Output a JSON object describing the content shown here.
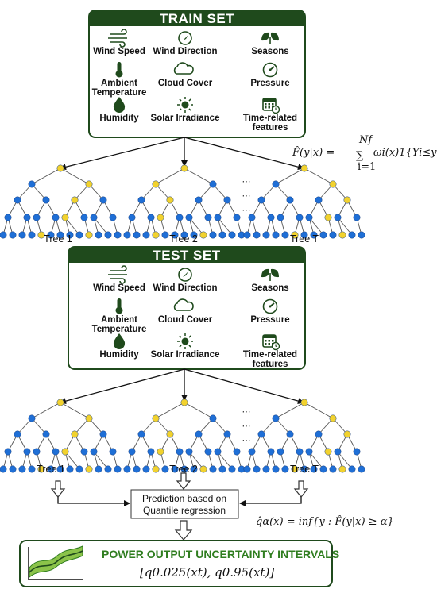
{
  "train": {
    "title": "TRAIN SET",
    "features": [
      {
        "icon": "wind-icon",
        "label1": "Wind Speed",
        "label2": ""
      },
      {
        "icon": "compass-icon",
        "label1": "Wind Direction",
        "label2": ""
      },
      {
        "icon": "leaf-icon",
        "label1": "Seasons",
        "label2": ""
      },
      {
        "icon": "thermometer-icon",
        "label1": "Ambient",
        "label2": "Temperature"
      },
      {
        "icon": "cloud-icon",
        "label1": "Cloud Cover",
        "label2": ""
      },
      {
        "icon": "gauge-icon",
        "label1": "Pressure",
        "label2": ""
      },
      {
        "icon": "droplet-icon",
        "label1": "Humidity",
        "label2": ""
      },
      {
        "icon": "sun-icon",
        "label1": "Solar Irradiance",
        "label2": ""
      },
      {
        "icon": "calendar-icon",
        "label1": "Time-related",
        "label2": "features"
      }
    ]
  },
  "test": {
    "title": "TEST SET",
    "features": [
      {
        "icon": "wind-icon",
        "label1": "Wind Speed",
        "label2": ""
      },
      {
        "icon": "compass-icon",
        "label1": "Wind Direction",
        "label2": ""
      },
      {
        "icon": "leaf-icon",
        "label1": "Seasons",
        "label2": ""
      },
      {
        "icon": "thermometer-icon",
        "label1": "Ambient",
        "label2": "Temperature"
      },
      {
        "icon": "cloud-icon",
        "label1": "Cloud Cover",
        "label2": ""
      },
      {
        "icon": "gauge-icon",
        "label1": "Pressure",
        "label2": ""
      },
      {
        "icon": "droplet-icon",
        "label1": "Humidity",
        "label2": ""
      },
      {
        "icon": "sun-icon",
        "label1": "Solar Irradiance",
        "label2": ""
      },
      {
        "icon": "calendar-icon",
        "label1": "Time-related",
        "label2": "features"
      }
    ]
  },
  "trees": {
    "labels": [
      "Tree 1",
      "Tree 2",
      "Tree T"
    ],
    "ellipsis": "⋯"
  },
  "formulas": {
    "cdf_lhs": "F̂(y|x) =",
    "cdf_sum_top": "Nf",
    "cdf_sum_bottom": "i=1",
    "cdf_rhs": "ωi(x)1{Yi≤y}",
    "quantile": "q̂α(x) = inf{y : F̂(y|x) ≥ α}"
  },
  "prediction": {
    "line1": "Prediction based on",
    "line2": "Quantile regression"
  },
  "output": {
    "title": "POWER OUTPUT UNCERTAINTY INTERVALS",
    "interval": "[q0.025(xt), q0.95(xt)]"
  },
  "colors": {
    "green_dark": "#1f4a1c",
    "green_accent": "#2f7d1f",
    "node_blue": "#1f6fd6",
    "node_yellow": "#f2d22e"
  }
}
